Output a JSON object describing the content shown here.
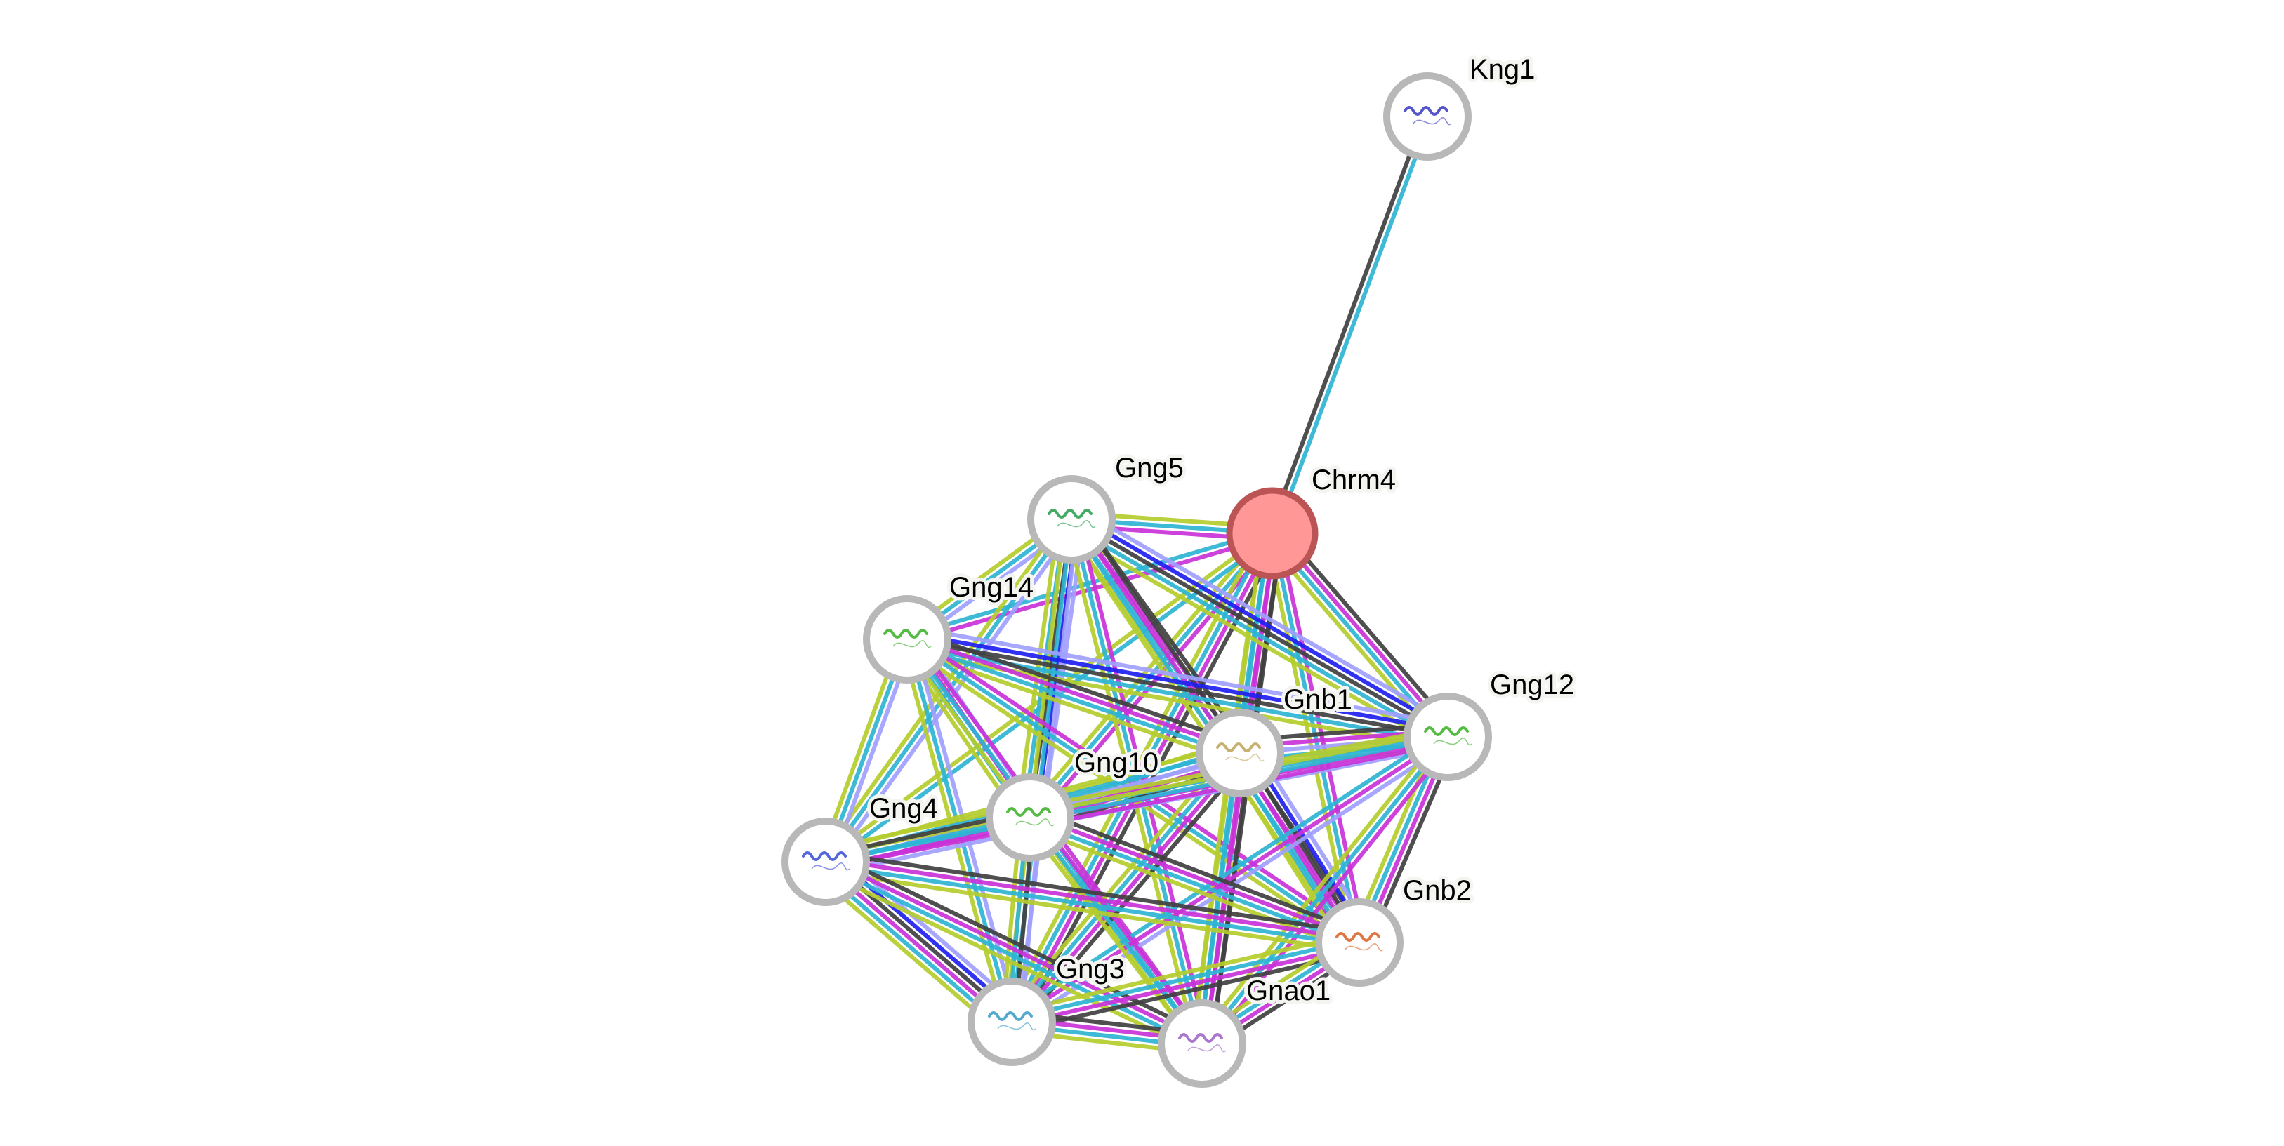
{
  "title": "Protein interaction network",
  "channels": {
    "databases": "#2eb4d4",
    "experiments": "#c832d8",
    "textmining": "#b4cc2c",
    "coexpression": "#404040",
    "cooccurrence": "#2020f0",
    "homology": "#a0a0ff"
  },
  "node_style": {
    "query_fill": "#ff9797",
    "query_stroke": "#bb5555",
    "ring_color": "#b8b8b8"
  },
  "nodes": [
    {
      "id": "Kng1",
      "label": "Kng1",
      "query": false,
      "structure_hue": "#5555cc"
    },
    {
      "id": "Chrm4",
      "label": "Chrm4",
      "query": true
    },
    {
      "id": "Gng5",
      "label": "Gng5",
      "query": false,
      "structure_hue": "#44aa66"
    },
    {
      "id": "Gng14",
      "label": "Gng14",
      "query": false,
      "structure_hue": "#55bb44"
    },
    {
      "id": "Gnb1",
      "label": "Gnb1",
      "query": false,
      "structure_hue": "#c8b070"
    },
    {
      "id": "Gng12",
      "label": "Gng12",
      "query": false,
      "structure_hue": "#55bb44"
    },
    {
      "id": "Gng10",
      "label": "Gng10",
      "query": false,
      "structure_hue": "#55bb44"
    },
    {
      "id": "Gng4",
      "label": "Gng4",
      "query": false,
      "structure_hue": "#5566dd"
    },
    {
      "id": "Gnb2",
      "label": "Gnb2",
      "query": false,
      "structure_hue": "#dd7744"
    },
    {
      "id": "Gng3",
      "label": "Gng3",
      "query": false,
      "structure_hue": "#55aacc"
    },
    {
      "id": "Gnao1",
      "label": "Gnao1",
      "query": false,
      "structure_hue": "#aa77cc"
    }
  ],
  "edges": [
    {
      "source": "Chrm4",
      "target": "Kng1",
      "channels": [
        "coexpression",
        "databases"
      ]
    },
    {
      "source": "Chrm4",
      "target": "Gng5",
      "channels": [
        "experiments",
        "databases",
        "textmining"
      ]
    },
    {
      "source": "Chrm4",
      "target": "Gng14",
      "channels": [
        "experiments",
        "databases"
      ]
    },
    {
      "source": "Chrm4",
      "target": "Gng12",
      "channels": [
        "coexpression",
        "experiments",
        "databases",
        "textmining"
      ]
    },
    {
      "source": "Chrm4",
      "target": "Gnb1",
      "channels": [
        "coexpression",
        "experiments",
        "databases",
        "textmining"
      ]
    },
    {
      "source": "Chrm4",
      "target": "Gng10",
      "channels": [
        "experiments",
        "databases",
        "textmining"
      ]
    },
    {
      "source": "Chrm4",
      "target": "Gng4",
      "channels": [
        "databases",
        "textmining"
      ]
    },
    {
      "source": "Chrm4",
      "target": "Gnb2",
      "channels": [
        "experiments",
        "databases",
        "textmining"
      ]
    },
    {
      "source": "Chrm4",
      "target": "Gng3",
      "channels": [
        "coexpression",
        "experiments",
        "databases",
        "textmining"
      ]
    },
    {
      "source": "Chrm4",
      "target": "Gnao1",
      "channels": [
        "coexpression",
        "experiments",
        "databases",
        "textmining"
      ]
    },
    {
      "source": "Gng5",
      "target": "Gng14",
      "channels": [
        "homology",
        "databases",
        "textmining"
      ]
    },
    {
      "source": "Gng5",
      "target": "Gng12",
      "channels": [
        "homology",
        "cooccurrence",
        "coexpression",
        "databases",
        "textmining"
      ]
    },
    {
      "source": "Gng5",
      "target": "Gnb1",
      "channels": [
        "coexpression",
        "experiments",
        "databases",
        "textmining"
      ]
    },
    {
      "source": "Gng5",
      "target": "Gng10",
      "channels": [
        "homology",
        "cooccurrence",
        "coexpression",
        "databases",
        "textmining"
      ]
    },
    {
      "source": "Gng5",
      "target": "Gng4",
      "channels": [
        "homology",
        "databases",
        "textmining"
      ]
    },
    {
      "source": "Gng5",
      "target": "Gnb2",
      "channels": [
        "coexpression",
        "experiments",
        "databases",
        "textmining"
      ]
    },
    {
      "source": "Gng5",
      "target": "Gng3",
      "channels": [
        "homology",
        "databases",
        "textmining"
      ]
    },
    {
      "source": "Gng5",
      "target": "Gnao1",
      "channels": [
        "experiments",
        "databases",
        "textmining"
      ]
    },
    {
      "source": "Gng14",
      "target": "Gng12",
      "channels": [
        "homology",
        "cooccurrence",
        "coexpression",
        "databases",
        "textmining"
      ]
    },
    {
      "source": "Gng14",
      "target": "Gnb1",
      "channels": [
        "coexpression",
        "experiments",
        "databases",
        "textmining"
      ]
    },
    {
      "source": "Gng14",
      "target": "Gng10",
      "channels": [
        "homology",
        "experiments",
        "databases",
        "textmining"
      ]
    },
    {
      "source": "Gng14",
      "target": "Gng4",
      "channels": [
        "homology",
        "databases",
        "textmining"
      ]
    },
    {
      "source": "Gng14",
      "target": "Gnb2",
      "channels": [
        "experiments",
        "databases",
        "textmining"
      ]
    },
    {
      "source": "Gng14",
      "target": "Gng3",
      "channels": [
        "homology",
        "databases",
        "textmining"
      ]
    },
    {
      "source": "Gng14",
      "target": "Gnao1",
      "channels": [
        "experiments",
        "databases",
        "textmining"
      ]
    },
    {
      "source": "Gnb1",
      "target": "Gng12",
      "channels": [
        "coexpression",
        "experiments",
        "homology",
        "databases",
        "textmining"
      ]
    },
    {
      "source": "Gnb1",
      "target": "Gng10",
      "channels": [
        "coexpression",
        "experiments",
        "homology",
        "databases",
        "textmining"
      ]
    },
    {
      "source": "Gnb1",
      "target": "Gng4",
      "channels": [
        "experiments",
        "homology",
        "databases",
        "textmining"
      ]
    },
    {
      "source": "Gnb1",
      "target": "Gnb2",
      "channels": [
        "homology",
        "cooccurrence",
        "coexpression",
        "experiments",
        "databases",
        "textmining"
      ]
    },
    {
      "source": "Gnb1",
      "target": "Gng3",
      "channels": [
        "coexpression",
        "experiments",
        "databases",
        "textmining"
      ]
    },
    {
      "source": "Gnb1",
      "target": "Gnao1",
      "channels": [
        "coexpression",
        "experiments",
        "databases",
        "textmining"
      ]
    },
    {
      "source": "Gng12",
      "target": "Gng10",
      "channels": [
        "homology",
        "experiments",
        "databases",
        "textmining"
      ]
    },
    {
      "source": "Gng12",
      "target": "Gnb2",
      "channels": [
        "coexpression",
        "experiments",
        "databases",
        "textmining"
      ]
    },
    {
      "source": "Gng12",
      "target": "Gng4",
      "channels": [
        "experiments",
        "databases",
        "textmining"
      ]
    },
    {
      "source": "Gng12",
      "target": "Gng3",
      "channels": [
        "homology",
        "experiments",
        "databases"
      ]
    },
    {
      "source": "Gng12",
      "target": "Gnao1",
      "channels": [
        "experiments",
        "databases",
        "textmining"
      ]
    },
    {
      "source": "Gng10",
      "target": "Gng4",
      "channels": [
        "homology",
        "experiments",
        "databases",
        "coexpression",
        "textmining"
      ]
    },
    {
      "source": "Gng10",
      "target": "Gnb2",
      "channels": [
        "coexpression",
        "experiments",
        "databases",
        "textmining"
      ]
    },
    {
      "source": "Gng10",
      "target": "Gng3",
      "channels": [
        "homology",
        "coexpression",
        "databases",
        "textmining"
      ]
    },
    {
      "source": "Gng10",
      "target": "Gnao1",
      "channels": [
        "experiments",
        "databases",
        "textmining"
      ]
    },
    {
      "source": "Gng4",
      "target": "Gnb2",
      "channels": [
        "coexpression",
        "experiments",
        "databases",
        "textmining"
      ]
    },
    {
      "source": "Gng4",
      "target": "Gng3",
      "channels": [
        "homology",
        "cooccurrence",
        "coexpression",
        "experiments",
        "databases",
        "textmining"
      ]
    },
    {
      "source": "Gng4",
      "target": "Gnao1",
      "channels": [
        "coexpression",
        "experiments",
        "databases",
        "textmining"
      ]
    },
    {
      "source": "Gnb2",
      "target": "Gng3",
      "channels": [
        "coexpression",
        "experiments",
        "databases",
        "textmining"
      ]
    },
    {
      "source": "Gnb2",
      "target": "Gnao1",
      "channels": [
        "coexpression",
        "experiments",
        "databases",
        "textmining"
      ]
    },
    {
      "source": "Gng3",
      "target": "Gnao1",
      "channels": [
        "coexpression",
        "experiments",
        "databases",
        "textmining"
      ]
    }
  ]
}
